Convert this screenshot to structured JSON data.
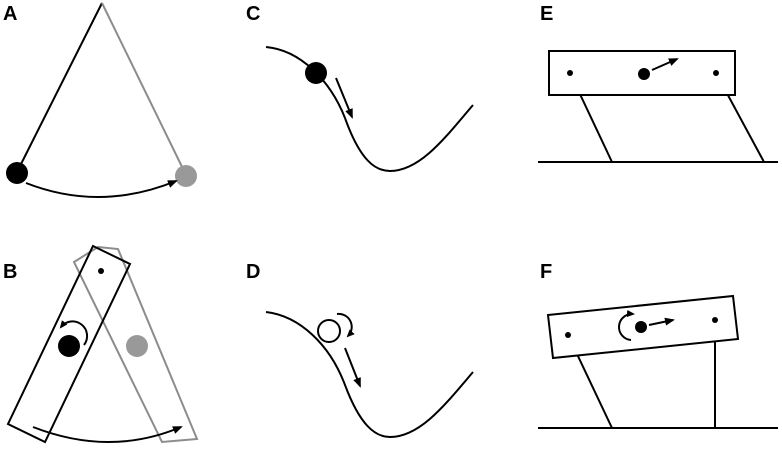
{
  "panels": {
    "A": {
      "label": "A"
    },
    "B": {
      "label": "B"
    },
    "C": {
      "label": "C"
    },
    "D": {
      "label": "D"
    },
    "E": {
      "label": "E"
    },
    "F": {
      "label": "F"
    }
  },
  "colors": {
    "stroke": "#000000",
    "ghost": "#8c8c8c",
    "ghost_fill": "#999999",
    "background": "#ffffff"
  }
}
